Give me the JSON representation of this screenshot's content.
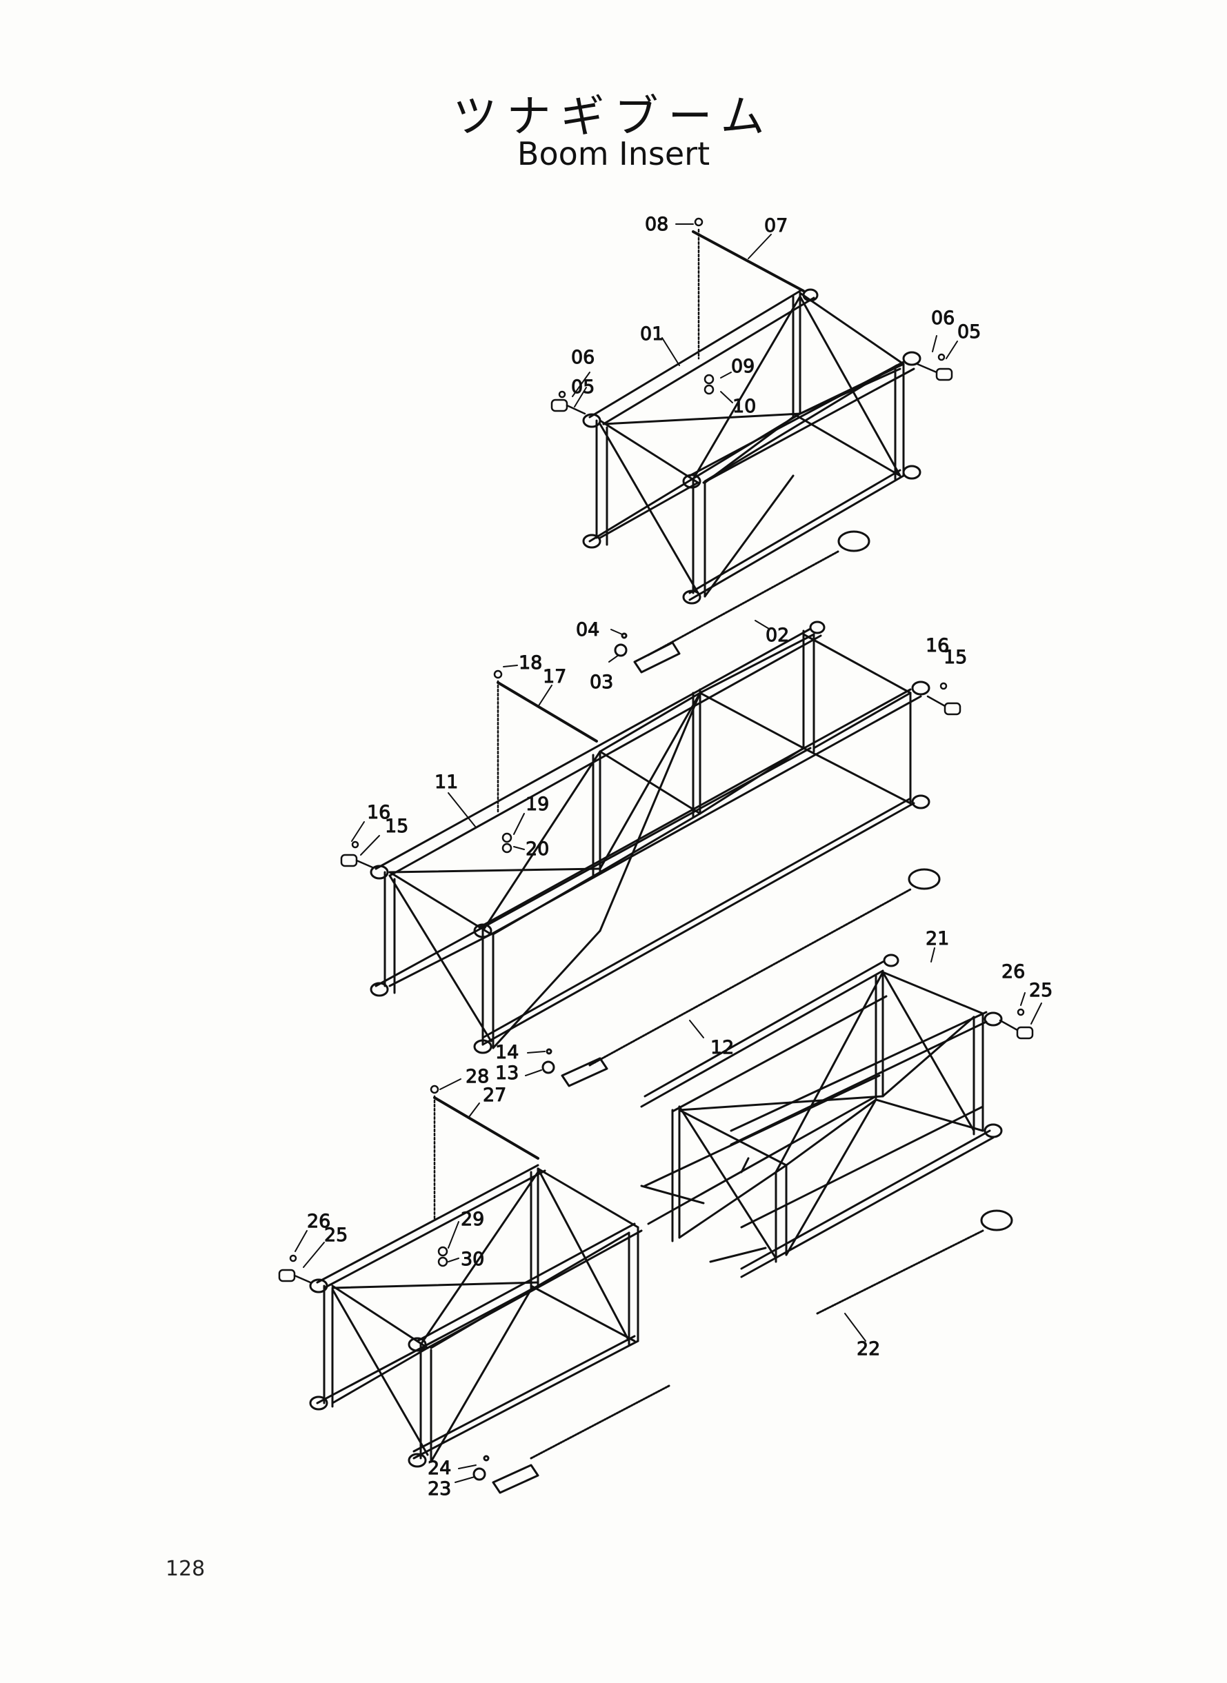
{
  "header": {
    "title_ja": "ツナギブーム",
    "title_en": "Boom Insert"
  },
  "page_number": "128",
  "callouts": [
    "08",
    "07",
    "01",
    "06",
    "05",
    "09",
    "10",
    "06",
    "05",
    "04",
    "02",
    "03",
    "18",
    "17",
    "16",
    "15",
    "11",
    "19",
    "20",
    "16",
    "15",
    "21",
    "26",
    "25",
    "12",
    "14",
    "13",
    "28",
    "27",
    "29",
    "30",
    "26",
    "25",
    "22",
    "24",
    "23"
  ]
}
